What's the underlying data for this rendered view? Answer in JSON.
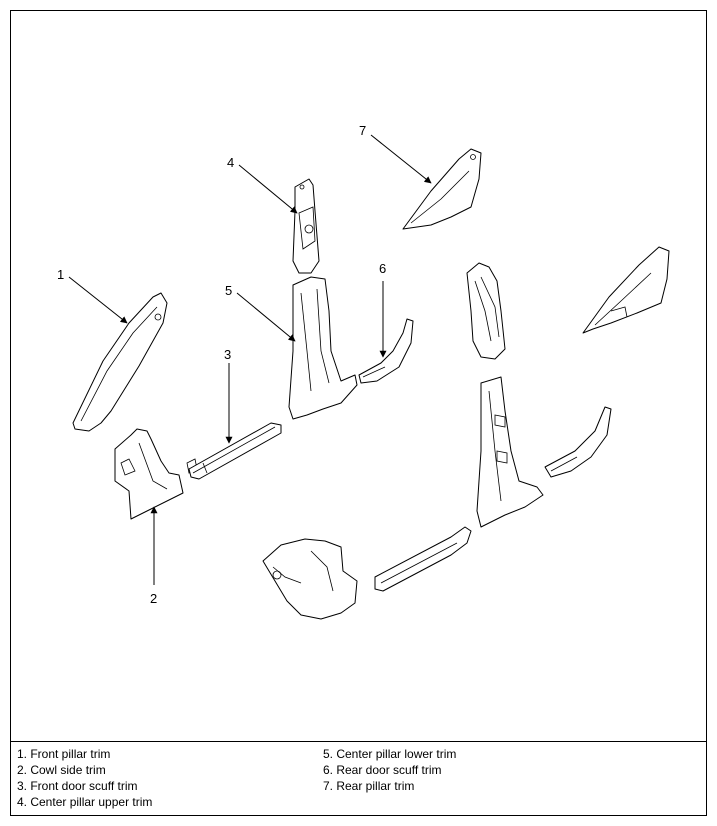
{
  "callouts": [
    "1",
    "2",
    "3",
    "4",
    "5",
    "6",
    "7"
  ],
  "legend": {
    "left": [
      "1. Front pillar trim",
      "2. Cowl side trim",
      "3. Front door scuff trim",
      "4. Center pillar upper trim"
    ],
    "right": [
      "5. Center pillar lower trim",
      "6. Rear door scuff trim",
      "7. Rear pillar trim"
    ]
  }
}
